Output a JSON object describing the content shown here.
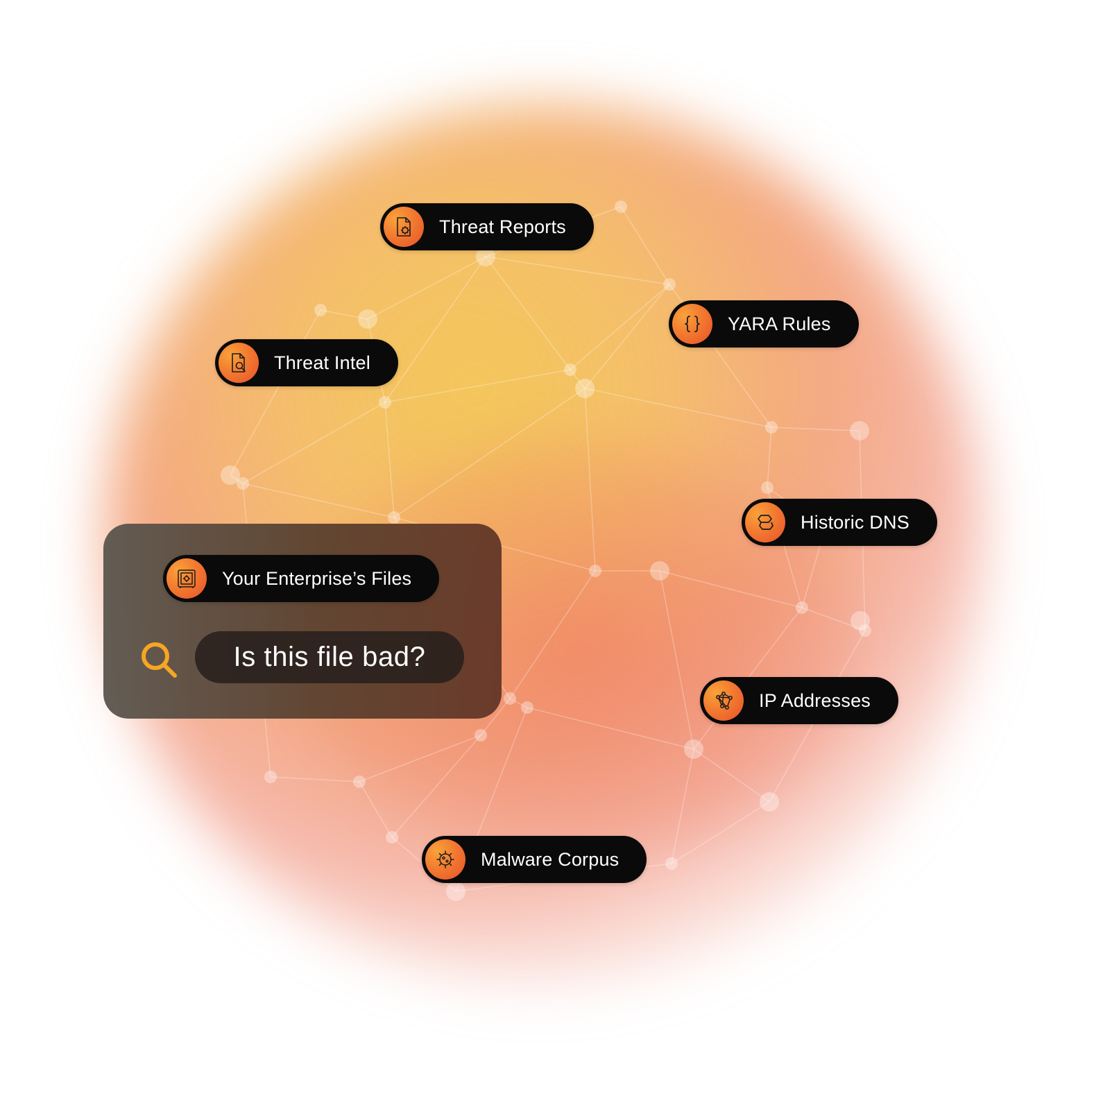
{
  "colors": {
    "accent_orange": "#f27a30",
    "accent_yellow": "#f3c450",
    "chip_background": "#0a0a0a",
    "search_icon": "#f5a623"
  },
  "sources": [
    {
      "label": "Threat Reports",
      "icon": "document-virus-icon"
    },
    {
      "label": "YARA Rules",
      "icon": "curly-braces-icon"
    },
    {
      "label": "Threat Intel",
      "icon": "document-search-icon"
    },
    {
      "label": "Historic DNS",
      "icon": "dns-icon"
    },
    {
      "label": "IP Addresses",
      "icon": "network-nodes-icon"
    },
    {
      "label": "Malware Corpus",
      "icon": "virus-icon"
    }
  ],
  "query_panel": {
    "files_label": "Your Enterprise’s Files",
    "files_icon": "vault-icon",
    "search_icon": "search-icon",
    "question": "Is this file bad?"
  }
}
